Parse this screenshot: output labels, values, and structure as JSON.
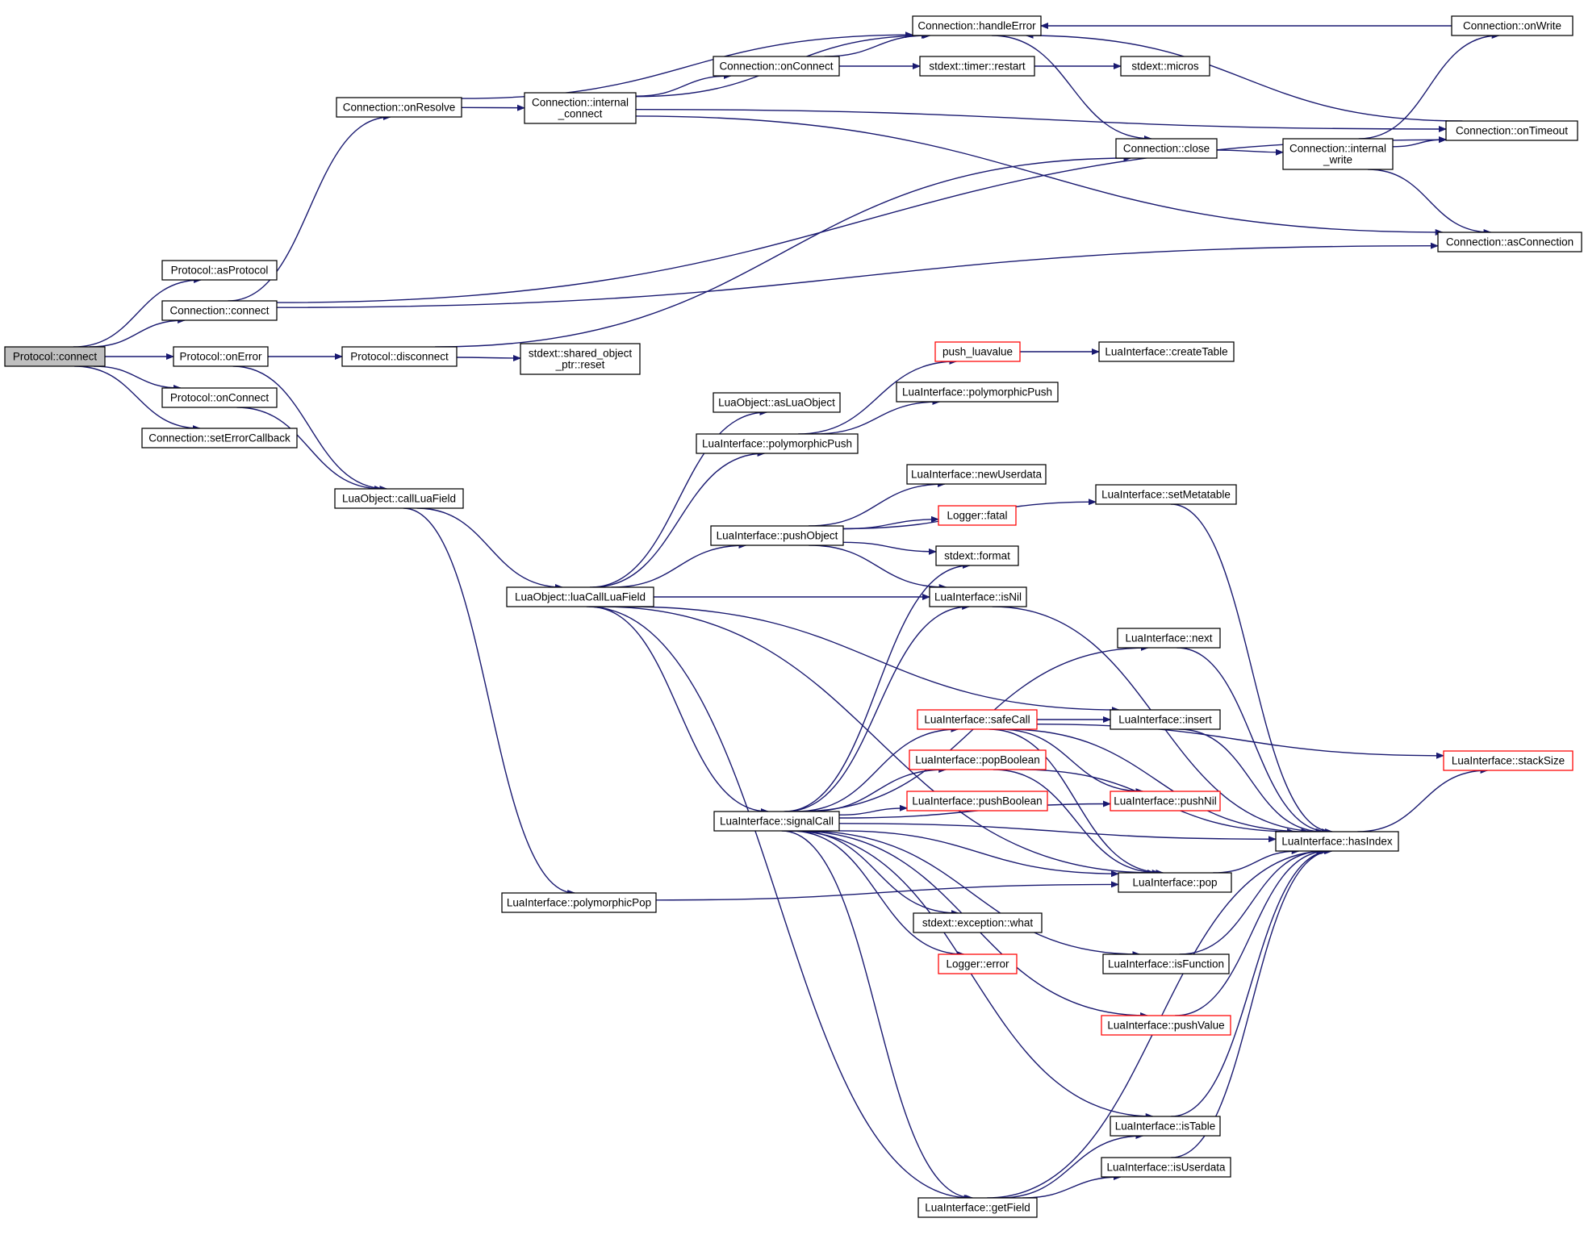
{
  "diagram": {
    "type": "call-graph",
    "colors": {
      "edge": "#191970",
      "node_border": "#000000",
      "truncated_node_border": "#ff0000",
      "root_fill": "#bfbfbf",
      "node_fill": "#ffffff"
    },
    "nodes": [
      {
        "id": "protocol_connect",
        "lines": [
          "Protocol::connect"
        ],
        "style": "root"
      },
      {
        "id": "protocol_asprotocol",
        "lines": [
          "Protocol::asProtocol"
        ],
        "style": "normal"
      },
      {
        "id": "connection_connect",
        "lines": [
          "Connection::connect"
        ],
        "style": "normal"
      },
      {
        "id": "protocol_onerror",
        "lines": [
          "Protocol::onError"
        ],
        "style": "normal"
      },
      {
        "id": "protocol_onconnect",
        "lines": [
          "Protocol::onConnect"
        ],
        "style": "normal"
      },
      {
        "id": "connection_seterrorcallback",
        "lines": [
          "Connection::setErrorCallback"
        ],
        "style": "normal"
      },
      {
        "id": "connection_onresolve",
        "lines": [
          "Connection::onResolve"
        ],
        "style": "normal"
      },
      {
        "id": "protocol_disconnect",
        "lines": [
          "Protocol::disconnect"
        ],
        "style": "normal"
      },
      {
        "id": "luaobject_callluafield",
        "lines": [
          "LuaObject::callLuaField"
        ],
        "style": "normal"
      },
      {
        "id": "connection_internal_connect",
        "lines": [
          "Connection::internal",
          "_connect"
        ],
        "style": "normal"
      },
      {
        "id": "stdext_shared_object_ptr_reset",
        "lines": [
          "stdext::shared_object",
          "_ptr::reset"
        ],
        "style": "normal"
      },
      {
        "id": "connection_onconnect",
        "lines": [
          "Connection::onConnect"
        ],
        "style": "normal"
      },
      {
        "id": "connection_handleerror",
        "lines": [
          "Connection::handleError"
        ],
        "style": "normal"
      },
      {
        "id": "stdext_timer_restart",
        "lines": [
          "stdext::timer::restart"
        ],
        "style": "normal"
      },
      {
        "id": "stdext_micros",
        "lines": [
          "stdext::micros"
        ],
        "style": "normal"
      },
      {
        "id": "connection_close",
        "lines": [
          "Connection::close"
        ],
        "style": "normal"
      },
      {
        "id": "connection_internal_write",
        "lines": [
          "Connection::internal",
          "_write"
        ],
        "style": "normal"
      },
      {
        "id": "connection_onwrite",
        "lines": [
          "Connection::onWrite"
        ],
        "style": "normal"
      },
      {
        "id": "connection_ontimeout",
        "lines": [
          "Connection::onTimeout"
        ],
        "style": "normal"
      },
      {
        "id": "connection_asconnection",
        "lines": [
          "Connection::asConnection"
        ],
        "style": "normal"
      },
      {
        "id": "luaobject_aslua_object",
        "lines": [
          "LuaObject::asLuaObject"
        ],
        "style": "normal"
      },
      {
        "id": "luainterface_polymorphicpush_a",
        "lines": [
          "LuaInterface::polymorphicPush"
        ],
        "style": "normal"
      },
      {
        "id": "luainterface_polymorphicpush_b",
        "lines": [
          "LuaInterface::polymorphicPush"
        ],
        "style": "normal"
      },
      {
        "id": "push_luavalue",
        "lines": [
          "push_luavalue"
        ],
        "style": "truncated"
      },
      {
        "id": "luainterface_createtable",
        "lines": [
          "LuaInterface::createTable"
        ],
        "style": "normal"
      },
      {
        "id": "luainterface_pushobject",
        "lines": [
          "LuaInterface::pushObject"
        ],
        "style": "normal"
      },
      {
        "id": "luainterface_newuserdata",
        "lines": [
          "LuaInterface::newUserdata"
        ],
        "style": "normal"
      },
      {
        "id": "logger_fatal",
        "lines": [
          "Logger::fatal"
        ],
        "style": "truncated"
      },
      {
        "id": "stdext_format",
        "lines": [
          "stdext::format"
        ],
        "style": "normal"
      },
      {
        "id": "luainterface_setmetatable",
        "lines": [
          "LuaInterface::setMetatable"
        ],
        "style": "normal"
      },
      {
        "id": "luaobject_luacallluafield",
        "lines": [
          "LuaObject::luaCallLuaField"
        ],
        "style": "normal"
      },
      {
        "id": "luainterface_isnil",
        "lines": [
          "LuaInterface::isNil"
        ],
        "style": "normal"
      },
      {
        "id": "luainterface_next",
        "lines": [
          "LuaInterface::next"
        ],
        "style": "normal"
      },
      {
        "id": "luainterface_safecall",
        "lines": [
          "LuaInterface::safeCall"
        ],
        "style": "truncated"
      },
      {
        "id": "luainterface_insert",
        "lines": [
          "LuaInterface::insert"
        ],
        "style": "normal"
      },
      {
        "id": "luainterface_stacksize",
        "lines": [
          "LuaInterface::stackSize"
        ],
        "style": "truncated"
      },
      {
        "id": "luainterface_popboolean",
        "lines": [
          "LuaInterface::popBoolean"
        ],
        "style": "truncated"
      },
      {
        "id": "luainterface_pushboolean",
        "lines": [
          "LuaInterface::pushBoolean"
        ],
        "style": "truncated"
      },
      {
        "id": "luainterface_pushnil",
        "lines": [
          "LuaInterface::pushNil"
        ],
        "style": "truncated"
      },
      {
        "id": "luainterface_signalcall",
        "lines": [
          "LuaInterface::signalCall"
        ],
        "style": "normal"
      },
      {
        "id": "luainterface_hasindex",
        "lines": [
          "LuaInterface::hasIndex"
        ],
        "style": "normal"
      },
      {
        "id": "luainterface_pop",
        "lines": [
          "LuaInterface::pop"
        ],
        "style": "normal"
      },
      {
        "id": "luainterface_polymorphicpop",
        "lines": [
          "LuaInterface::polymorphicPop"
        ],
        "style": "normal"
      },
      {
        "id": "stdext_exception_what",
        "lines": [
          "stdext::exception::what"
        ],
        "style": "normal"
      },
      {
        "id": "logger_error",
        "lines": [
          "Logger::error"
        ],
        "style": "truncated"
      },
      {
        "id": "luainterface_isfunction",
        "lines": [
          "LuaInterface::isFunction"
        ],
        "style": "normal"
      },
      {
        "id": "luainterface_pushvalue",
        "lines": [
          "LuaInterface::pushValue"
        ],
        "style": "truncated"
      },
      {
        "id": "luainterface_istable",
        "lines": [
          "LuaInterface::isTable"
        ],
        "style": "normal"
      },
      {
        "id": "luainterface_isuserdata",
        "lines": [
          "LuaInterface::isUserdata"
        ],
        "style": "normal"
      },
      {
        "id": "luainterface_getfield",
        "lines": [
          "LuaInterface::getField"
        ],
        "style": "normal"
      }
    ],
    "edges": [
      [
        "protocol_connect",
        "protocol_asprotocol"
      ],
      [
        "protocol_connect",
        "connection_connect"
      ],
      [
        "protocol_connect",
        "protocol_onerror"
      ],
      [
        "protocol_connect",
        "protocol_onconnect"
      ],
      [
        "protocol_connect",
        "connection_seterrorcallback"
      ],
      [
        "connection_connect",
        "connection_onresolve"
      ],
      [
        "connection_connect",
        "connection_ontimeout"
      ],
      [
        "connection_connect",
        "connection_asconnection"
      ],
      [
        "connection_onresolve",
        "connection_internal_connect"
      ],
      [
        "connection_onresolve",
        "connection_handleerror"
      ],
      [
        "connection_internal_connect",
        "connection_onconnect"
      ],
      [
        "connection_internal_connect",
        "connection_handleerror"
      ],
      [
        "connection_internal_connect",
        "connection_ontimeout"
      ],
      [
        "connection_internal_connect",
        "connection_asconnection"
      ],
      [
        "connection_onconnect",
        "stdext_timer_restart"
      ],
      [
        "connection_onconnect",
        "connection_handleerror"
      ],
      [
        "stdext_timer_restart",
        "stdext_micros"
      ],
      [
        "connection_handleerror",
        "connection_close"
      ],
      [
        "connection_close",
        "connection_internal_write"
      ],
      [
        "connection_internal_write",
        "connection_onwrite"
      ],
      [
        "connection_internal_write",
        "connection_ontimeout"
      ],
      [
        "connection_internal_write",
        "connection_asconnection"
      ],
      [
        "connection_onwrite",
        "connection_handleerror"
      ],
      [
        "connection_ontimeout",
        "connection_handleerror"
      ],
      [
        "protocol_onerror",
        "protocol_disconnect"
      ],
      [
        "protocol_onerror",
        "luaobject_callluafield"
      ],
      [
        "protocol_onconnect",
        "luaobject_callluafield"
      ],
      [
        "protocol_disconnect",
        "stdext_shared_object_ptr_reset"
      ],
      [
        "protocol_disconnect",
        "connection_close"
      ],
      [
        "luaobject_callluafield",
        "luaobject_luacallluafield"
      ],
      [
        "luaobject_callluafield",
        "luainterface_polymorphicpop"
      ],
      [
        "luaobject_luacallluafield",
        "luaobject_aslua_object"
      ],
      [
        "luaobject_luacallluafield",
        "luainterface_polymorphicpush_a"
      ],
      [
        "luaobject_luacallluafield",
        "luainterface_pushobject"
      ],
      [
        "luaobject_luacallluafield",
        "luainterface_isnil"
      ],
      [
        "luaobject_luacallluafield",
        "luainterface_insert"
      ],
      [
        "luaobject_luacallluafield",
        "luainterface_signalcall"
      ],
      [
        "luaobject_luacallluafield",
        "luainterface_pop"
      ],
      [
        "luaobject_luacallluafield",
        "luainterface_getfield"
      ],
      [
        "luainterface_polymorphicpush_a",
        "push_luavalue"
      ],
      [
        "luainterface_polymorphicpush_a",
        "luainterface_polymorphicpush_b"
      ],
      [
        "push_luavalue",
        "luainterface_createtable"
      ],
      [
        "luainterface_pushobject",
        "luainterface_newuserdata"
      ],
      [
        "luainterface_pushobject",
        "logger_fatal"
      ],
      [
        "luainterface_pushobject",
        "stdext_format"
      ],
      [
        "luainterface_pushobject",
        "luainterface_isnil"
      ],
      [
        "luainterface_pushobject",
        "luainterface_setmetatable"
      ],
      [
        "luainterface_setmetatable",
        "luainterface_hasindex"
      ],
      [
        "luainterface_isnil",
        "luainterface_hasindex"
      ],
      [
        "luainterface_next",
        "luainterface_hasindex"
      ],
      [
        "luainterface_insert",
        "luainterface_hasindex"
      ],
      [
        "luainterface_safecall",
        "luainterface_insert"
      ],
      [
        "luainterface_safecall",
        "luainterface_stacksize"
      ],
      [
        "luainterface_safecall",
        "luainterface_pushnil"
      ],
      [
        "luainterface_safecall",
        "luainterface_hasindex"
      ],
      [
        "luainterface_safecall",
        "luainterface_pop"
      ],
      [
        "luainterface_popboolean",
        "luainterface_pop"
      ],
      [
        "luainterface_popboolean",
        "luainterface_hasindex"
      ],
      [
        "luainterface_signalcall",
        "stdext_format"
      ],
      [
        "luainterface_signalcall",
        "luainterface_isnil"
      ],
      [
        "luainterface_signalcall",
        "luainterface_next"
      ],
      [
        "luainterface_signalcall",
        "luainterface_safecall"
      ],
      [
        "luainterface_signalcall",
        "luainterface_popboolean"
      ],
      [
        "luainterface_signalcall",
        "luainterface_pushboolean"
      ],
      [
        "luainterface_signalcall",
        "luainterface_pushnil"
      ],
      [
        "luainterface_signalcall",
        "luainterface_hasindex"
      ],
      [
        "luainterface_signalcall",
        "luainterface_pop"
      ],
      [
        "luainterface_signalcall",
        "stdext_exception_what"
      ],
      [
        "luainterface_signalcall",
        "logger_error"
      ],
      [
        "luainterface_signalcall",
        "luainterface_isfunction"
      ],
      [
        "luainterface_signalcall",
        "luainterface_pushvalue"
      ],
      [
        "luainterface_signalcall",
        "luainterface_istable"
      ],
      [
        "luainterface_signalcall",
        "luainterface_getfield"
      ],
      [
        "luainterface_pop",
        "luainterface_hasindex"
      ],
      [
        "luainterface_hasindex",
        "luainterface_stacksize"
      ],
      [
        "luainterface_isfunction",
        "luainterface_hasindex"
      ],
      [
        "luainterface_pushvalue",
        "luainterface_hasindex"
      ],
      [
        "luainterface_istable",
        "luainterface_hasindex"
      ],
      [
        "luainterface_isuserdata",
        "luainterface_hasindex"
      ],
      [
        "luainterface_getfield",
        "luainterface_istable"
      ],
      [
        "luainterface_getfield",
        "luainterface_isuserdata"
      ],
      [
        "luainterface_getfield",
        "luainterface_hasindex"
      ],
      [
        "luainterface_polymorphicpop",
        "luainterface_pop"
      ]
    ]
  }
}
